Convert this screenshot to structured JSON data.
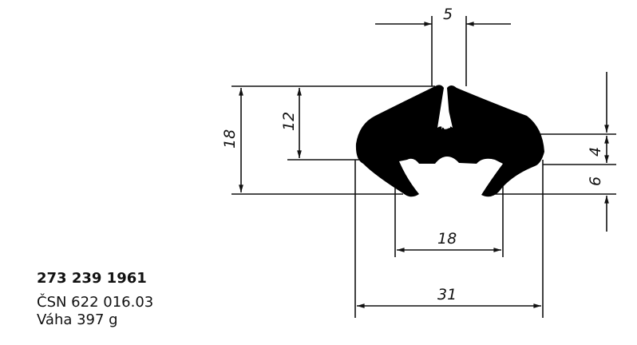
{
  "drawing": {
    "dimensions": {
      "top_gap": "5",
      "total_height": "18",
      "upper_height": "12",
      "right_upper": "4",
      "right_lower": "6",
      "inner_width": "18",
      "total_width": "31"
    }
  },
  "info": {
    "part_number": "273 239 1961",
    "standard": "ČSN  622 016.03",
    "weight": "Váha  397  g"
  }
}
